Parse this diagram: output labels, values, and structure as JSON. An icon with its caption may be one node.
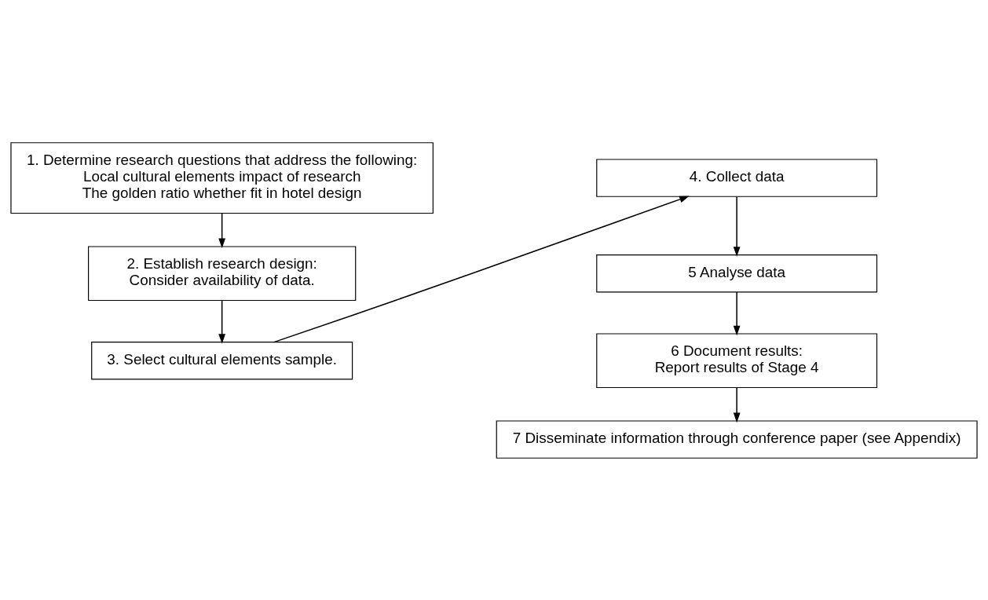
{
  "diagram": {
    "nodes": [
      {
        "text": [
          "1. Determine research questions that address the following:",
          "Local cultural elements impact of research",
          "The golden ratio whether fit in hotel design"
        ]
      },
      {
        "text": [
          "2. Establish research design:",
          "Consider availability of data."
        ]
      },
      {
        "text": [
          "3. Select cultural elements sample."
        ]
      },
      {
        "text": [
          "4. Collect data"
        ]
      },
      {
        "text": [
          "5 Analyse data"
        ]
      },
      {
        "text": [
          "6 Document results:",
          "Report results of Stage 4"
        ]
      },
      {
        "text": [
          "7 Disseminate information through conference paper (see Appendix)"
        ]
      }
    ],
    "edges": [
      {
        "from": 0,
        "to": 1,
        "arrow": "to"
      },
      {
        "from": 1,
        "to": 2,
        "arrow": "to"
      },
      {
        "from": 2,
        "to": 3,
        "arrow": "to"
      },
      {
        "from": 3,
        "to": 4,
        "arrow": "to"
      },
      {
        "from": 4,
        "to": 5,
        "arrow": "to"
      },
      {
        "from": 5,
        "to": 6,
        "arrow": "to"
      }
    ]
  }
}
